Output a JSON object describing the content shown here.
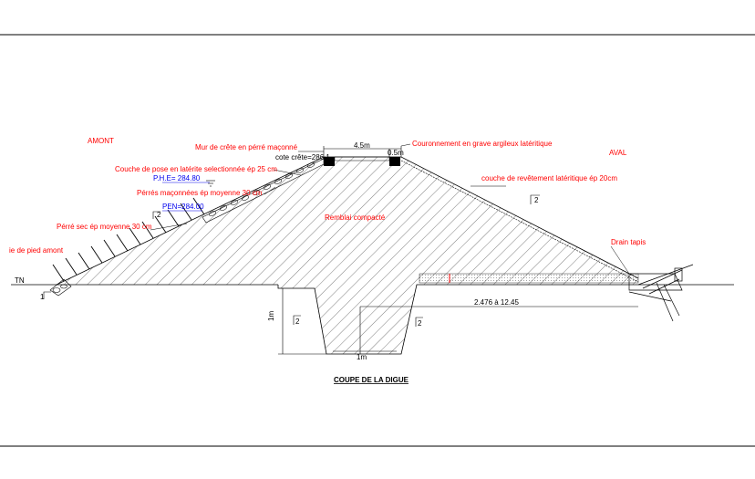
{
  "labels": {
    "amont": "AMONT",
    "aval": "AVAL",
    "mur_crete": "Mur de crête en pérré maçonné",
    "couronnement": "Couronnement en grave argileux latéritique",
    "cote_crete": "cote crête=286.1",
    "width_crest": "4.5m",
    "width_small": "0.5m",
    "couche_pose": "Couche de pose en latérite selectionnée ép 25 cm",
    "phe": "P.H.E=  284.80",
    "perres_maconnees": "Pérrés maçonnées ép moyenne 30 cm",
    "pen": "PEN=284.00",
    "perre_sec": "Pérré sec ép moyenne 30 cm",
    "pied_amont": "ie de pied amont",
    "tn": "TN",
    "remblai": "Remblai compacté",
    "revetement": "couche de revêtement latéritique ép 20cm",
    "drain": "Drain tapis",
    "dim_length": "2.476  à  12.45",
    "dim_1m": "1m",
    "dim_2": "2",
    "dim_1": "1",
    "caption": "COUPE DE LA DIGUE"
  },
  "colors": {
    "annotation_red": "#ff0000",
    "elevation_blue": "#0000ee",
    "drawing_black": "#000000"
  }
}
